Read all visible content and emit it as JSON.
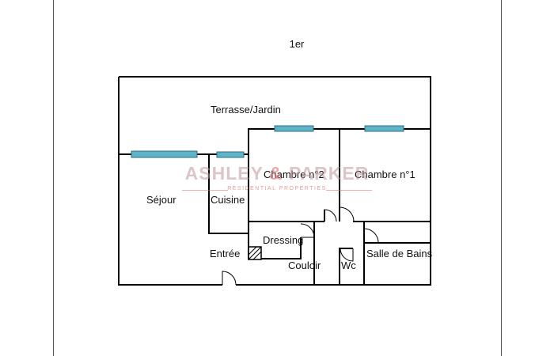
{
  "floor_label": "1er",
  "rooms": {
    "terrasse": "Terrasse/Jardin",
    "chambre2": "Chambre n°2",
    "chambre1": "Chambre n°1",
    "sejour": "Séjour",
    "cuisine": "Cuisine",
    "dressing": "Dressing",
    "entree": "Entrée",
    "couloir": "Couloir",
    "wc": "Wc",
    "salle_de_bains": "Salle de Bains"
  },
  "watermark": {
    "brand_left": "ASHLEY",
    "ampersand": "&",
    "brand_right": "PARKER",
    "subtitle": "RESIDENTIAL PROPERTIES"
  },
  "colors": {
    "wall": "#000000",
    "window": "#5fb3c9",
    "watermark": "#d98a8a"
  }
}
